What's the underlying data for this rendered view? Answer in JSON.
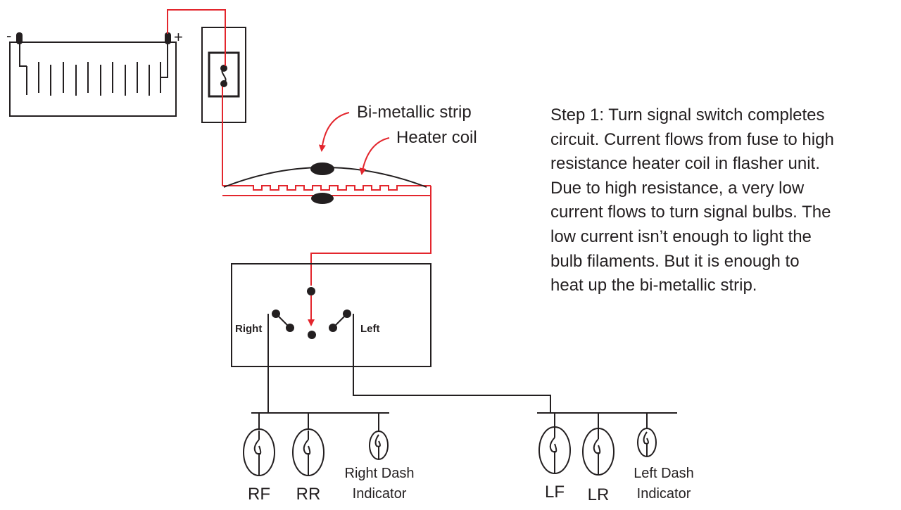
{
  "labels": {
    "battery_negative": "-",
    "battery_positive": "+",
    "bimetallic_strip": "Bi-metallic strip",
    "heater_coil": "Heater coil",
    "switch_right": "Right",
    "switch_left": "Left",
    "bulb_rf": "RF",
    "bulb_rr": "RR",
    "right_dash_line1": "Right Dash",
    "right_dash_line2": "Indicator",
    "bulb_lf": "LF",
    "bulb_lr": "LR",
    "left_dash_line1": "Left Dash",
    "left_dash_line2": "Indicator"
  },
  "description": {
    "lines": [
      "Step 1: Turn signal switch completes",
      "circuit. Current flows from fuse to high",
      "resistance heater coil in flasher unit.",
      "Due to high resistance, a very low",
      "current flows to turn signal bulbs. The",
      "low current isn’t enough to light the",
      "bulb filaments. But it is enough to",
      "heat up the bi-metallic strip."
    ]
  },
  "colors": {
    "current_path": "#e3262d",
    "wire": "#231f20"
  }
}
